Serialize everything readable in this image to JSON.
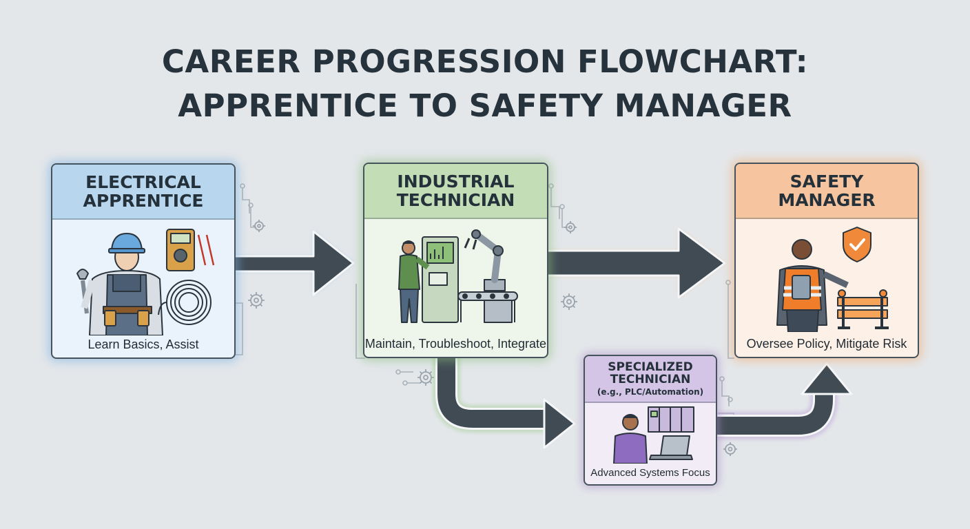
{
  "title": {
    "line1": "CAREER PROGRESSION FLOWCHART:",
    "line2": "APPRENTICE TO SAFETY MANAGER"
  },
  "nodes": {
    "apprentice": {
      "title_line1": "ELECTRICAL",
      "title_line2": "APPRENTICE",
      "caption": "Learn Basics, Assist",
      "accent": "#b8d7ef"
    },
    "technician": {
      "title_line1": "INDUSTRIAL",
      "title_line2": "TECHNICIAN",
      "caption": "Maintain, Troubleshoot, Integrate",
      "accent": "#c3ddb6"
    },
    "specialized": {
      "title_line1": "SPECIALIZED",
      "title_line2": "TECHNICIAN",
      "subtitle": "(e.g., PLC/Automation)",
      "caption": "Advanced Systems Focus",
      "accent": "#d4c4e6"
    },
    "manager": {
      "title_line1": "SAFETY",
      "title_line2": "MANAGER",
      "caption": "Oversee Policy, Mitigate Risk",
      "accent": "#f6c59f"
    }
  },
  "edges": [
    {
      "from": "apprentice",
      "to": "technician"
    },
    {
      "from": "technician",
      "to": "manager"
    },
    {
      "from": "technician",
      "to": "specialized"
    },
    {
      "from": "specialized",
      "to": "manager"
    }
  ],
  "icons": [
    "gear-icon",
    "circuit-trace-icon",
    "hard-hat-icon",
    "wrench-icon",
    "multimeter-icon",
    "cable-coil-icon",
    "control-panel-icon",
    "robotic-arm-icon",
    "conveyor-icon",
    "safety-vest-icon",
    "tablet-icon",
    "shield-check-icon",
    "barricade-icon",
    "laptop-icon",
    "plc-rack-icon"
  ]
}
